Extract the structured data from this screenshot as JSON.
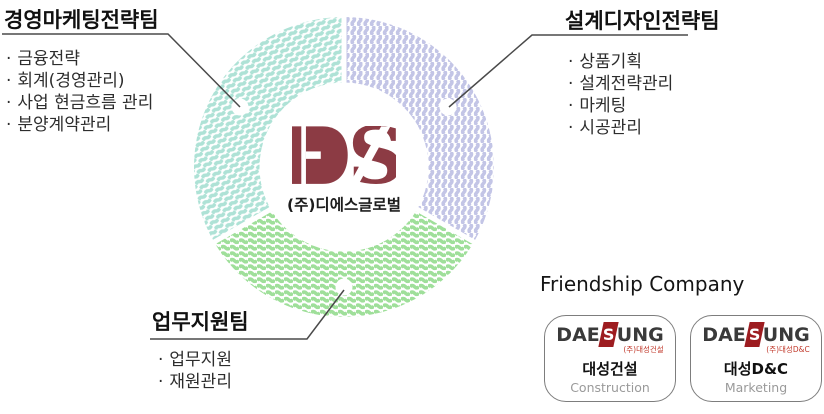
{
  "teams": [
    {
      "title": "경영마케팅전략팀",
      "items": [
        "금융전략",
        "회계(경영관리)",
        "사업 현금흐름 관리",
        "분양계약관리"
      ]
    },
    {
      "title": "설계디자인전략팀",
      "items": [
        "상품기획",
        "설계전략관리",
        "마케팅",
        "시공관리"
      ]
    },
    {
      "title": "업무지원팀",
      "items": [
        "업무지원",
        "재원관리"
      ]
    }
  ],
  "center": {
    "logo_text": "DS",
    "company": "(주)디에스글로벌"
  },
  "friendship": {
    "title": "Friendship Company",
    "companies": [
      {
        "logo_prefix": "DAE",
        "logo_s": "S",
        "logo_suffix": "UNG",
        "sub": "(주)대성건설",
        "name": "대성건설",
        "name_en": "Construction"
      },
      {
        "logo_prefix": "DAE",
        "logo_s": "S",
        "logo_suffix": "UNG",
        "sub": "(주)대성D&C",
        "name": "대성D&C",
        "name_en": "Marketing"
      }
    ]
  },
  "ui": {
    "bullet": "·"
  },
  "colors": {
    "segment_teal": "#aee2d6",
    "segment_lavender": "#c3c5e6",
    "segment_green": "#9fdf9a",
    "ds_maroon": "#8c3b44",
    "daesung_red": "#9d1c20",
    "daesung_sub_red": "#c1392b",
    "connector_gray": "#4a4a4a"
  }
}
